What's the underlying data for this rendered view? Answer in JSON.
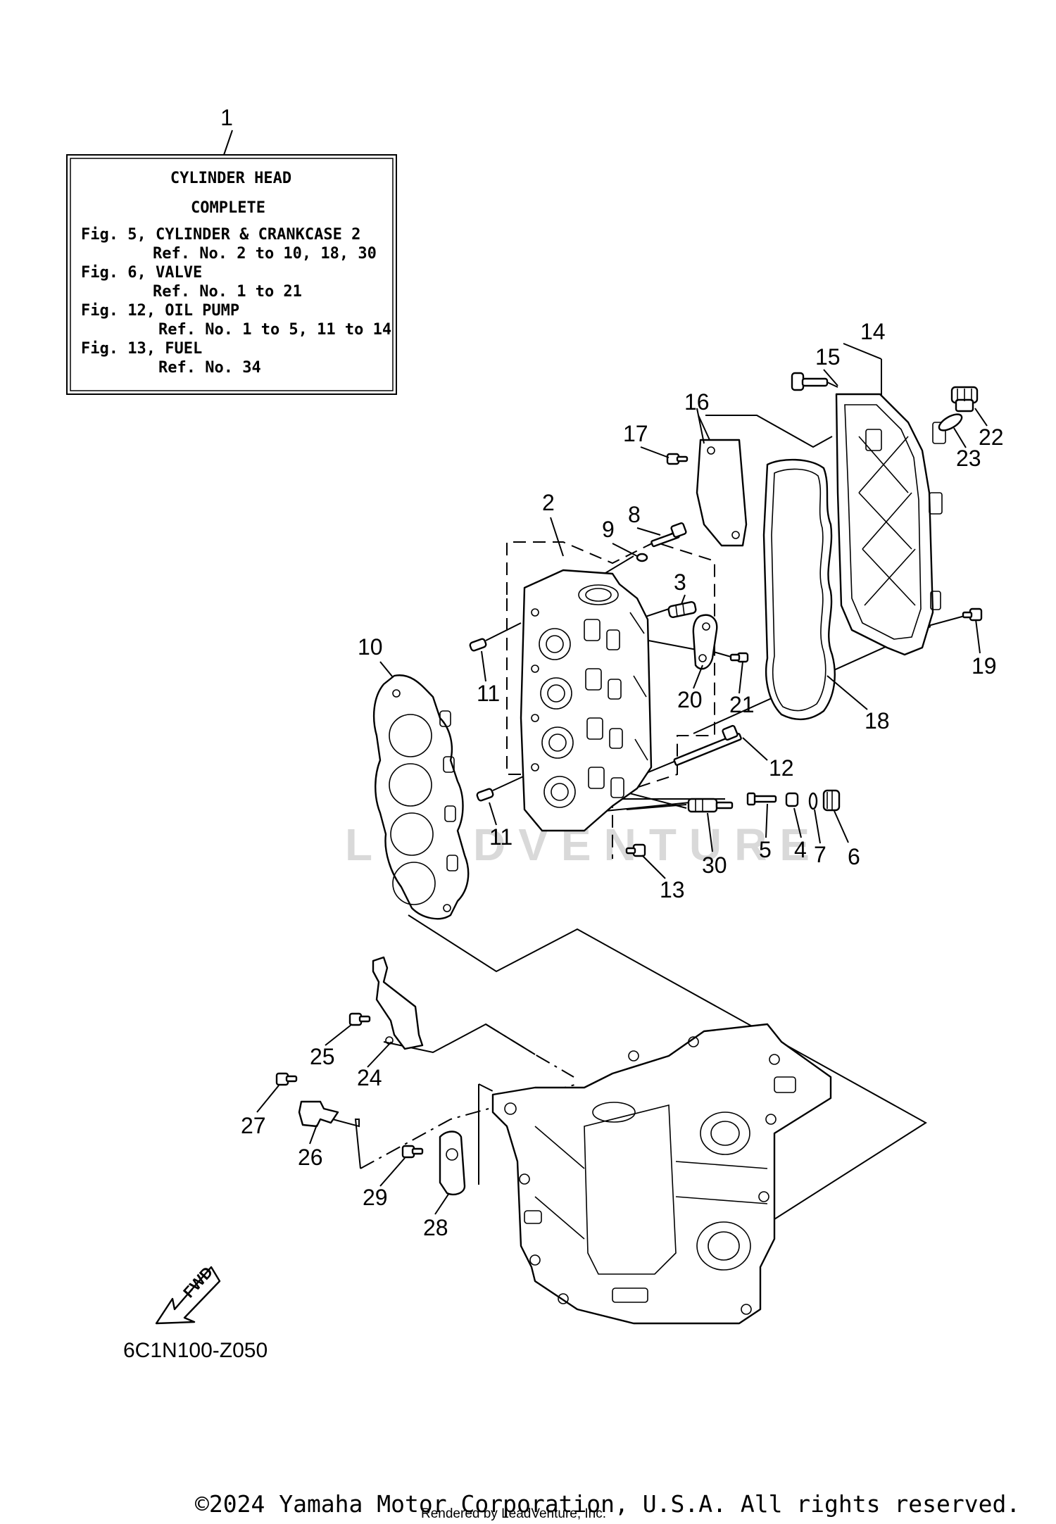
{
  "info_box": {
    "ref": "1",
    "title_line1": "CYLINDER HEAD",
    "title_line2": "COMPLETE",
    "lines": [
      "Fig. 5, CYLINDER & CRANKCASE 2",
      "Ref. No. 2 to 10, 18, 30",
      "Fig. 6, VALVE",
      "Ref. No. 1 to 21",
      "Fig. 12, OIL PUMP",
      "Ref. No. 1 to 5, 11 to 14",
      "Fig. 13, FUEL",
      "Ref. No. 34"
    ]
  },
  "callouts": [
    {
      "id": "2",
      "label": "2"
    },
    {
      "id": "3",
      "label": "3"
    },
    {
      "id": "4",
      "label": "4"
    },
    {
      "id": "5",
      "label": "5"
    },
    {
      "id": "6",
      "label": "6"
    },
    {
      "id": "7",
      "label": "7"
    },
    {
      "id": "8",
      "label": "8"
    },
    {
      "id": "9",
      "label": "9"
    },
    {
      "id": "10",
      "label": "10"
    },
    {
      "id": "11a",
      "label": "11"
    },
    {
      "id": "11b",
      "label": "11"
    },
    {
      "id": "12",
      "label": "12"
    },
    {
      "id": "13",
      "label": "13"
    },
    {
      "id": "14",
      "label": "14"
    },
    {
      "id": "15",
      "label": "15"
    },
    {
      "id": "16",
      "label": "16"
    },
    {
      "id": "17",
      "label": "17"
    },
    {
      "id": "18",
      "label": "18"
    },
    {
      "id": "19",
      "label": "19"
    },
    {
      "id": "20",
      "label": "20"
    },
    {
      "id": "21",
      "label": "21"
    },
    {
      "id": "22",
      "label": "22"
    },
    {
      "id": "23",
      "label": "23"
    },
    {
      "id": "24",
      "label": "24"
    },
    {
      "id": "25",
      "label": "25"
    },
    {
      "id": "26",
      "label": "26"
    },
    {
      "id": "27",
      "label": "27"
    },
    {
      "id": "28",
      "label": "28"
    },
    {
      "id": "29",
      "label": "29"
    },
    {
      "id": "30",
      "label": "30"
    }
  ],
  "fwd_label": "FWD",
  "diagram_code": "6C1N100-Z050",
  "copyright": "©2024 Yamaha Motor Corporation, U.S.A. All rights reserved.",
  "rendered_by": "Rendered by LeadVenture, Inc.",
  "watermark": "LEADVENTURE"
}
